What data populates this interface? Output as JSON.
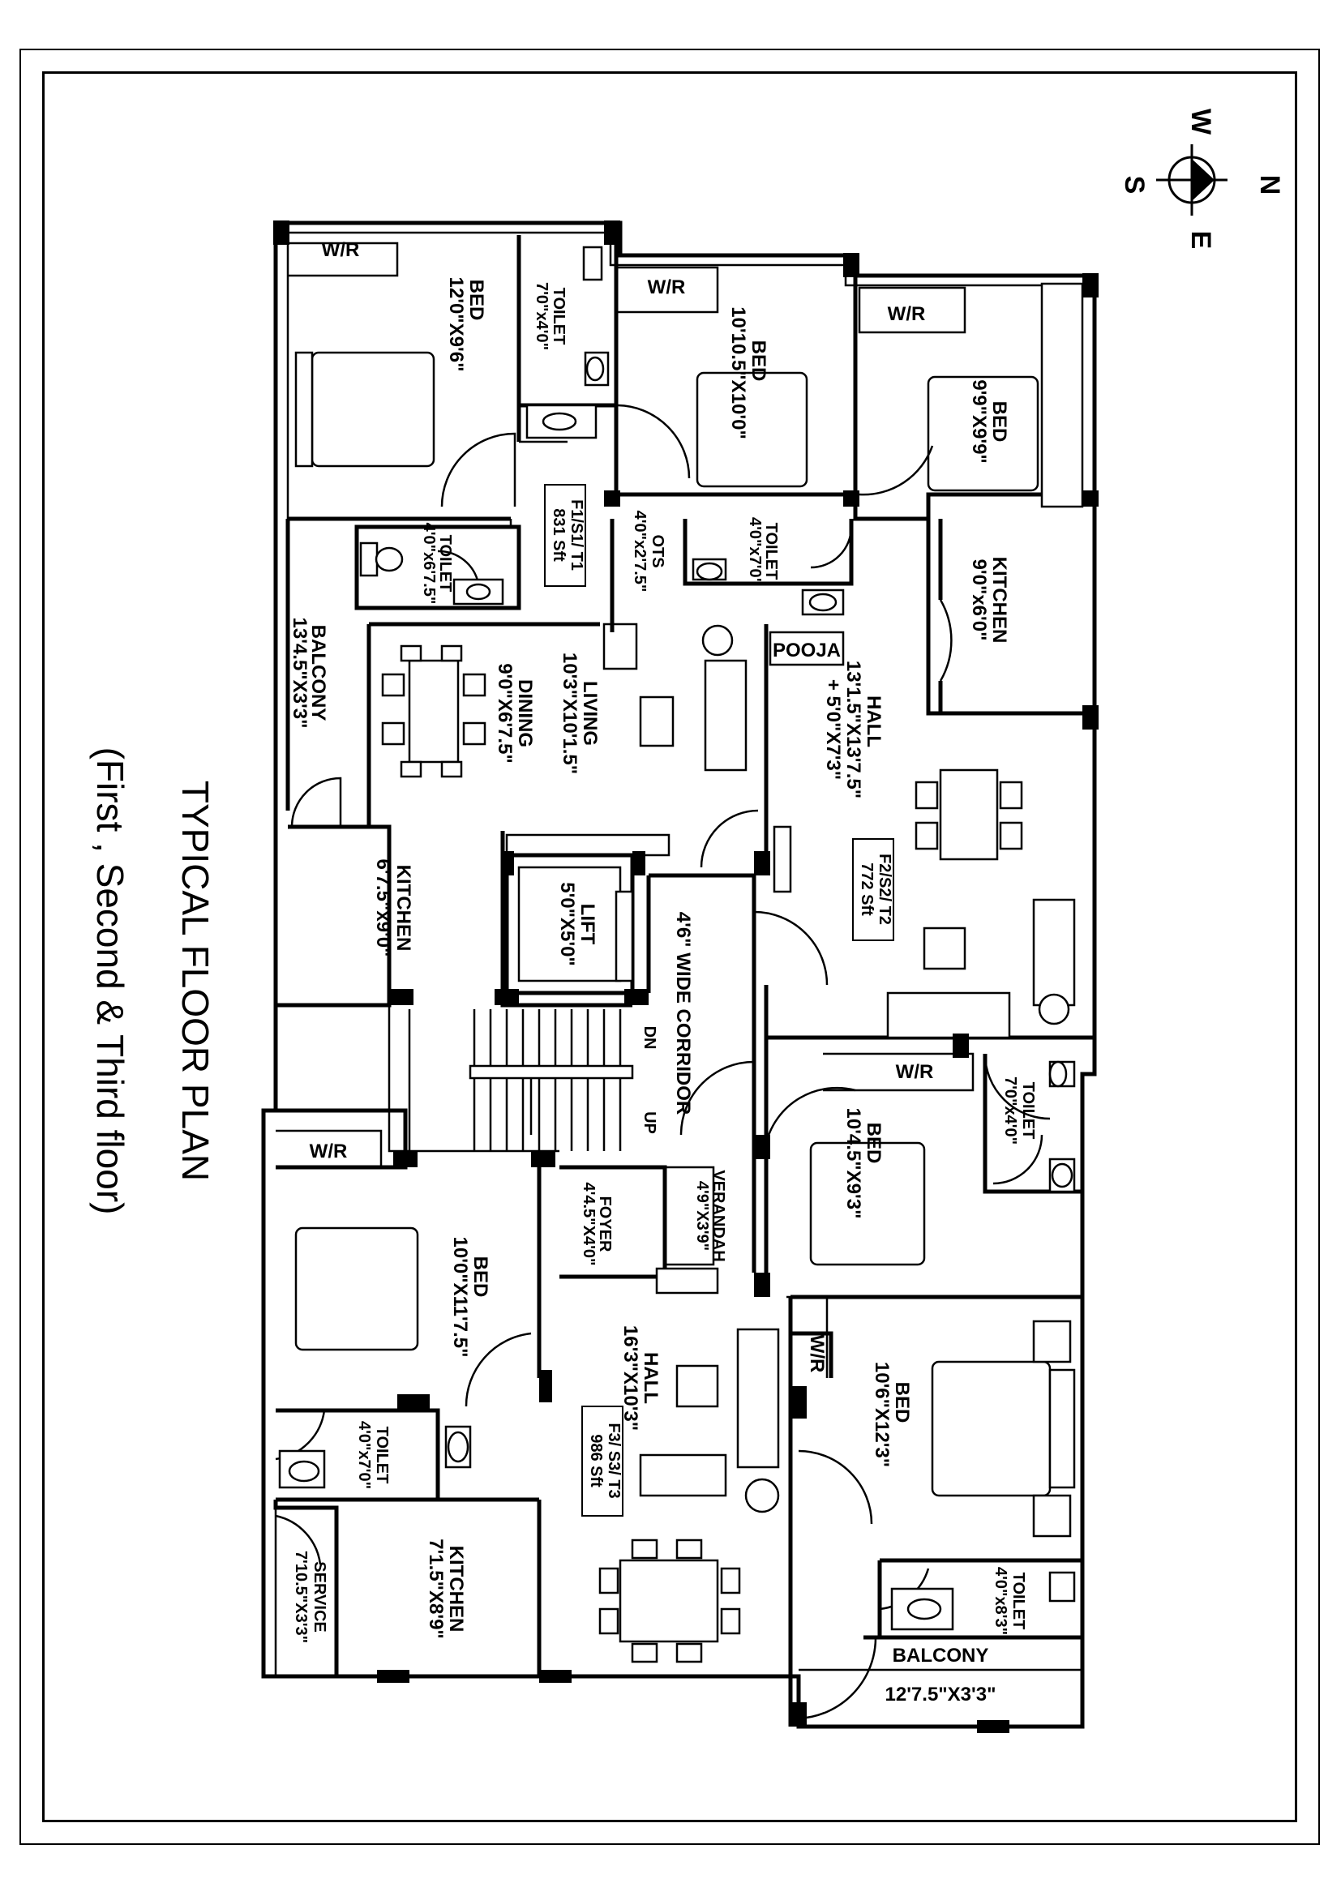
{
  "title": {
    "line1": "TYPICAL FLOOR PLAN",
    "line2": "(First , Second & Third floor)"
  },
  "compass": {
    "north": "N",
    "south": "S",
    "east": "E",
    "west": "W"
  },
  "flat_t1": {
    "tag": "F1/S1/ T1",
    "area": "831 Sft",
    "wr": "W/R",
    "bed": {
      "name": "BED",
      "size": "12'0\"X9'6\""
    },
    "toilet_a": {
      "name": "TOILET",
      "size": "7'0\"x4'0\""
    },
    "toilet_b": {
      "name": "TOILET",
      "size": "4'0\"x6'7.5\""
    },
    "balcony": {
      "name": "BALCONY",
      "size": "13'4.5\"X3'3\""
    },
    "dining": {
      "name": "DINING",
      "size": "9'0\"X6'7.5\""
    },
    "living": {
      "name": "LIVING",
      "size": "10'3\"X10'1.5\""
    },
    "kitchen": {
      "name": "KITCHEN",
      "size": "6'7.5\"x9'0\""
    }
  },
  "flat_t2": {
    "tag": "F2/S2/ T2",
    "area": "772 Sft",
    "wr1": "W/R",
    "wr2": "W/R",
    "wr3": "W/R",
    "bed1": {
      "name": "BED",
      "size": "10'10.5\"X10'0\""
    },
    "bed2": {
      "name": "BED",
      "size": "9'9\"X9'9\""
    },
    "bed3": {
      "name": "BED",
      "size": "10'4.5\"X9'3\""
    },
    "ots": {
      "name": "OTS",
      "size": "4'0\"x2'7.5\""
    },
    "toilet_a": {
      "name": "TOILET",
      "size": "4'0\"x7'0\""
    },
    "toilet_b": {
      "name": "TOILET",
      "size": "7'0\"x4'0\""
    },
    "kitchen": {
      "name": "KITCHEN",
      "size": "9'0\"x6'0\""
    },
    "pooja": "POOJA",
    "hall": {
      "name": "HALL",
      "size": "13'1.5\"X13'7.5\"",
      "extra": "+ 5'0\"X7'3\""
    }
  },
  "common": {
    "lift": {
      "name": "LIFT",
      "size": "5'0\"X5'0\""
    },
    "corridor": "4'6\" WIDE CORRIDOR",
    "stair_dn": "DN",
    "stair_up": "UP",
    "verandah": {
      "name": "VERANDAH",
      "size": "4'9\"X3'9\""
    },
    "foyer": {
      "name": "FOYER",
      "size": "4'4.5\"X4'0\""
    }
  },
  "flat_t3": {
    "tag": "F3/ S3/ T3",
    "area": "986 Sft",
    "wr1": "W/R",
    "wr2": "W/R",
    "bed1": {
      "name": "BED",
      "size": "10'0\"X11'7.5\""
    },
    "bed2": {
      "name": "BED",
      "size": "10'6\"X12'3\""
    },
    "hall": {
      "name": "HALL",
      "size": "16'3\"X10'3\""
    },
    "toilet_a": {
      "name": "TOILET",
      "size": "4'0\"x7'0\""
    },
    "toilet_b": {
      "name": "TOILET",
      "size": "4'0\"x8'3\""
    },
    "kitchen": {
      "name": "KITCHEN",
      "size": "7'1.5\"X8'9\""
    },
    "service": {
      "name": "SERVICE",
      "size": "7'10.5\"X3'3\""
    },
    "balcony": {
      "name": "BALCONY",
      "size": "12'7.5\"X3'3\""
    }
  }
}
